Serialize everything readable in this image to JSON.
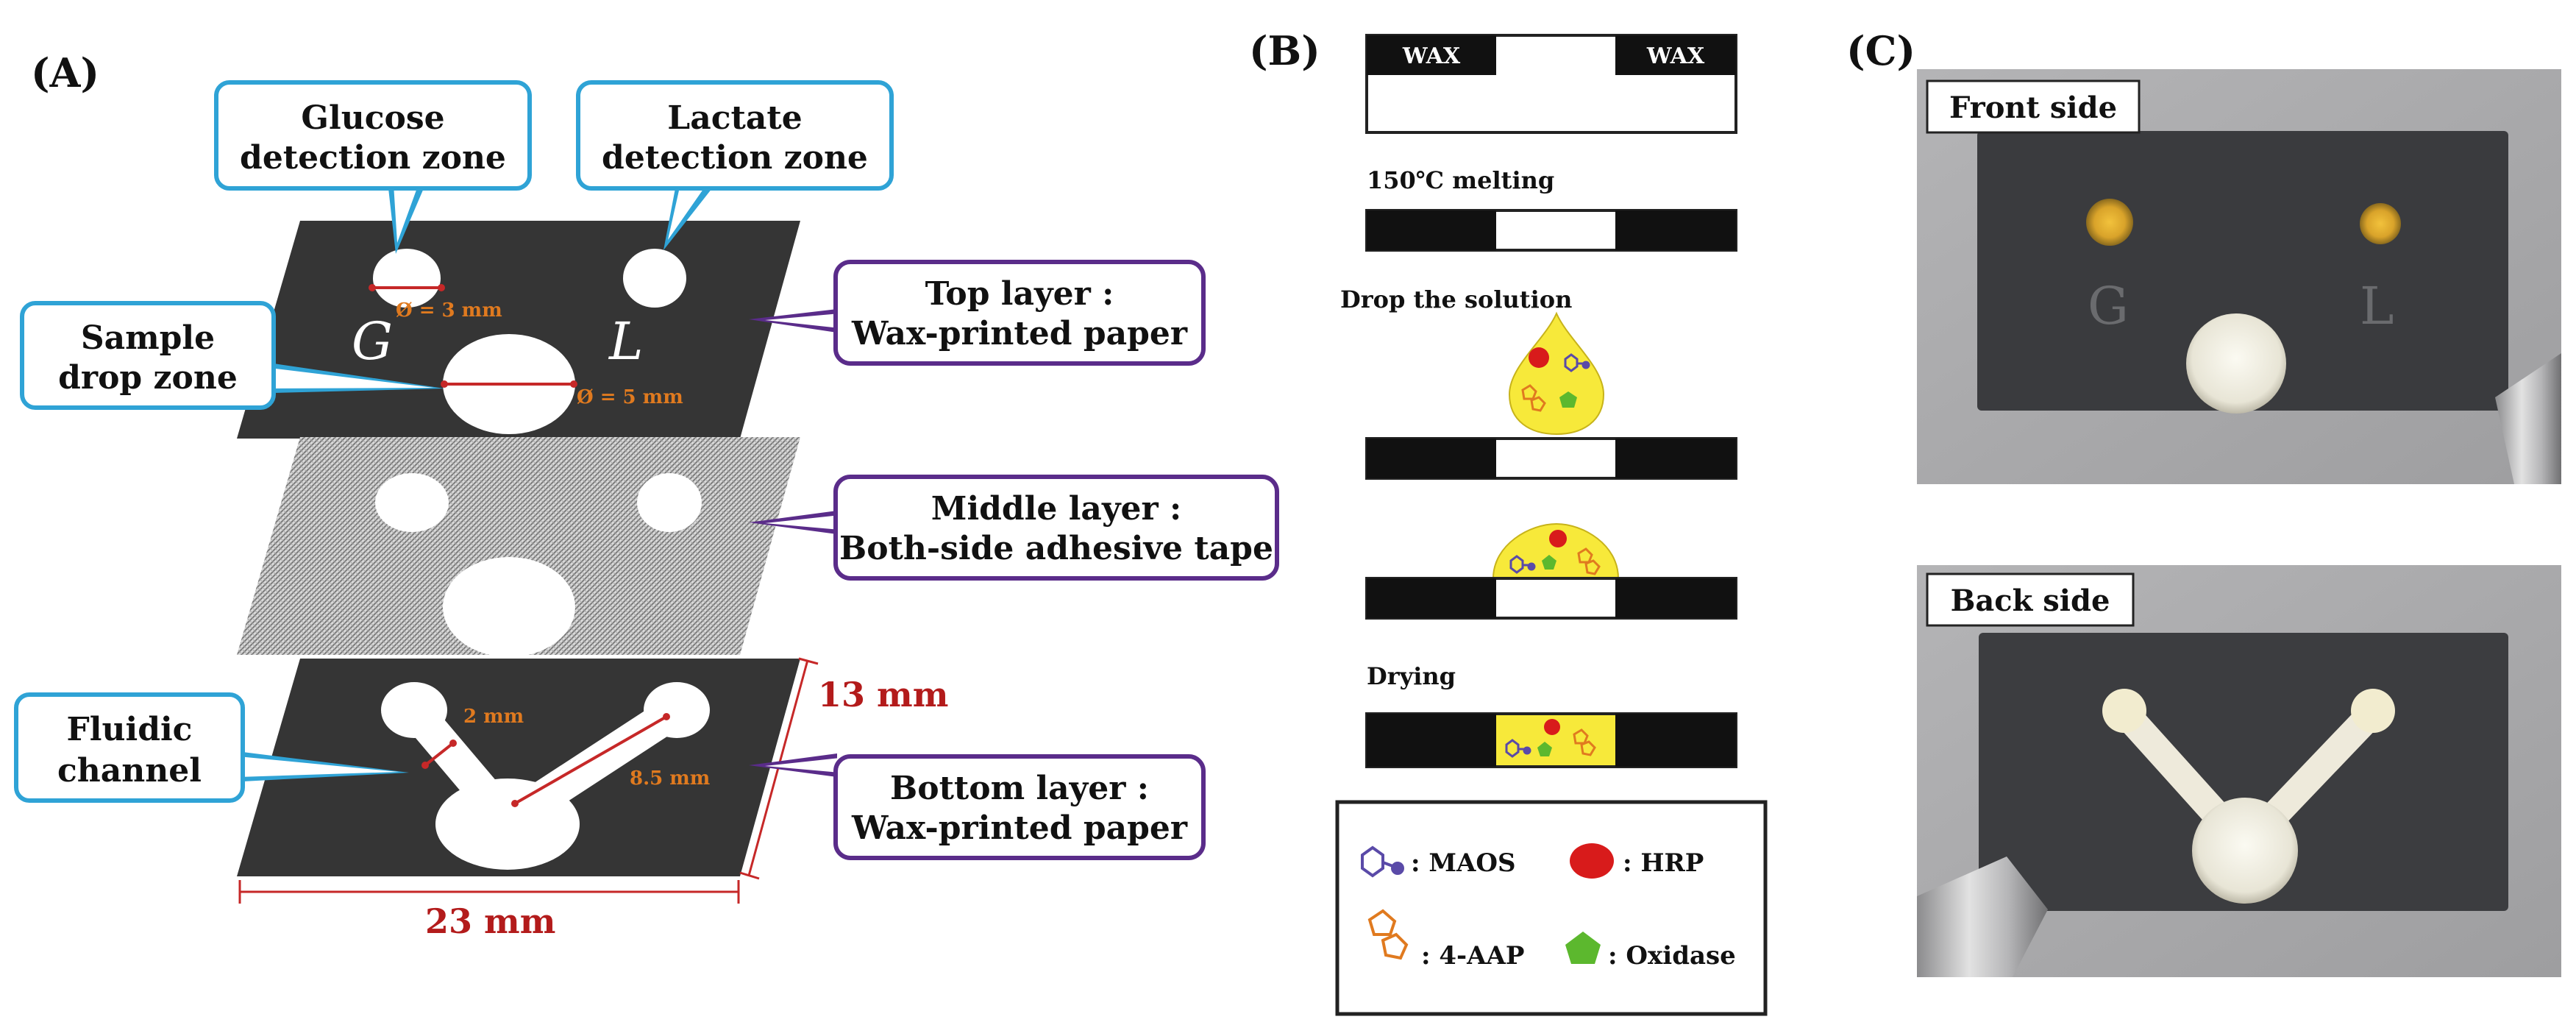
{
  "panels": {
    "a": "(A)",
    "b": "(B)",
    "c": "(C)"
  },
  "panel_a": {
    "callouts": {
      "glucose": [
        "Glucose",
        "detection zone"
      ],
      "lactate": [
        "Lactate",
        "detection zone"
      ],
      "sample": [
        "Sample",
        "drop zone"
      ],
      "fluidic": [
        "Fluidic",
        "channel"
      ]
    },
    "layers": {
      "top": [
        "Top layer :",
        "Wax-printed paper"
      ],
      "middle": [
        "Middle layer :",
        "Both-side adhesive tape"
      ],
      "bottom": [
        "Bottom layer :",
        "Wax-printed paper"
      ]
    },
    "zone_letters": {
      "g": "G",
      "l": "L"
    },
    "dimensions": {
      "small_hole": "Ø = 3 mm",
      "large_hole": "Ø = 5 mm",
      "channel_width": "2 mm",
      "channel_length": "8.5 mm",
      "height": "13 mm",
      "width": "23 mm"
    }
  },
  "panel_b": {
    "wax_label": "WAX",
    "steps": {
      "melting": "150℃ melting",
      "drop": "Drop the solution",
      "drying": "Drying"
    },
    "legend": {
      "maos": ": MAOS",
      "hrp": ": HRP",
      "aap": ": 4-AAP",
      "oxidase": ": Oxidase"
    },
    "colors": {
      "solution": "#f7e93a",
      "hrp": "#d81b1b",
      "oxidase": "#5cb82e",
      "maos": "#5a4aa8",
      "aap": "#e07a1f"
    }
  },
  "panel_c": {
    "front_label": "Front side",
    "back_label": "Back side",
    "front_letters": {
      "g": "G",
      "l": "L"
    }
  },
  "colors": {
    "paper": "#353535",
    "callout_border": "#2fa3d6",
    "layer_border": "#5a2c8a",
    "dimension_text": "#e07a1f",
    "size_text": "#b31b1b"
  }
}
